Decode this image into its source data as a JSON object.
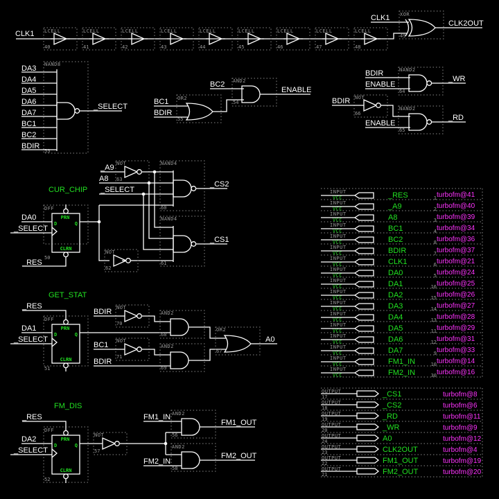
{
  "title": "turbofm schematic",
  "colors": {
    "background": "#000000",
    "wire": "#ffffff",
    "label_green": "#22e022",
    "assignment_magenta": "#ff33ff",
    "symbol_gray": "#9a9a9a"
  },
  "clock_chain": {
    "input": "CLK1",
    "cells": [
      {
        "type": "LCELL",
        "id": "40"
      },
      {
        "type": "LCELL",
        "id": "41"
      },
      {
        "type": "LCELL",
        "id": "42"
      },
      {
        "type": "LCELL",
        "id": "43"
      },
      {
        "type": "LCELL",
        "id": "44"
      },
      {
        "type": "LCELL",
        "id": "45"
      },
      {
        "type": "LCELL",
        "id": "46"
      },
      {
        "type": "LCELL",
        "id": "47"
      },
      {
        "type": "LCELL",
        "id": "48"
      }
    ],
    "xor": {
      "type": "XOR",
      "id": "49",
      "in": "CLK1",
      "out": "CLK2OUT"
    }
  },
  "select_gate": {
    "type": "NAND8",
    "id": "53",
    "inputs": [
      "DA3",
      "DA4",
      "DA5",
      "DA6",
      "DA7",
      "BC1",
      "BC2",
      "BDIR"
    ],
    "output": "_SELECT"
  },
  "enable_logic": {
    "or_gate": {
      "type": "OR2",
      "id": "55",
      "inputs": [
        "BC1",
        "BDIR"
      ]
    },
    "and_gate": {
      "type": "AND2",
      "id": "54",
      "input": "BC2",
      "output": "ENABLE"
    }
  },
  "wr_rd_logic": {
    "wr_gate": {
      "type": "NAND2",
      "id": "64",
      "inputs": [
        "BDIR",
        "ENABLE"
      ],
      "output": "_WR"
    },
    "not_gate": {
      "type": "NOT",
      "id": "66",
      "input": "BDIR"
    },
    "rd_gate": {
      "type": "NAND2",
      "id": "65",
      "input": "ENABLE",
      "output": "_RD"
    }
  },
  "cur_chip": {
    "title": "CUR_CHIP",
    "dff": {
      "type": "DFF",
      "id": "50",
      "d": "DA0",
      "clk": "_SELECT",
      "clr": "_RES",
      "pins": {
        "prn": "PRN",
        "clrn": "CLRN",
        "d": "D",
        "q": "Q"
      }
    },
    "not_a9": {
      "type": "NOT",
      "id": "63",
      "input": "_A9"
    },
    "a8": "A8",
    "select": "_SELECT",
    "nand_cs2": {
      "type": "NAND4",
      "id": "60",
      "output": "_CS2"
    },
    "nand_cs1": {
      "type": "NAND4",
      "id": "61",
      "output": "_CS1"
    },
    "not_q": {
      "type": "NOT",
      "id": "62"
    }
  },
  "get_stat": {
    "title": "GET_STAT",
    "dff": {
      "type": "DFF",
      "id": "51",
      "d": "DA1",
      "clk": "_SELECT",
      "prn": "_RES",
      "pins": {
        "prn": "PRN",
        "clrn": "CLRN",
        "d": "D",
        "q": "Q"
      }
    },
    "not1": {
      "type": "NOT",
      "id": "70",
      "input": "BDIR"
    },
    "not2": {
      "type": "NOT",
      "id": "71",
      "input": "BC1"
    },
    "and1": {
      "type": "AND2",
      "id": "68"
    },
    "and2": {
      "type": "AND2",
      "id": "69",
      "input": "BDIR"
    },
    "or": {
      "type": "OR2",
      "id": "67",
      "output": "A0"
    }
  },
  "fm_dis": {
    "title": "FM_DIS",
    "dff": {
      "type": "DFF",
      "id": "52",
      "d": "DA2",
      "clk": "_SELECT",
      "prn": "_RES",
      "pins": {
        "prn": "PRN",
        "clrn": "CLRN",
        "d": "D",
        "q": "Q"
      }
    },
    "not": {
      "type": "NOT",
      "id": "57"
    },
    "and1": {
      "type": "AND2",
      "id": "56",
      "input": "FM1_IN",
      "output": "FM1_OUT"
    },
    "and2": {
      "type": "AND2",
      "id": "58",
      "input": "FM2_IN",
      "output": "FM2_OUT"
    }
  },
  "inputs": {
    "type_label": "INPUT",
    "sub_label": "VCC",
    "rows": [
      {
        "name": "_RES",
        "pin": "1",
        "assign": "turbofm@41"
      },
      {
        "name": "_A9",
        "pin": "2",
        "assign": "turbofm@40"
      },
      {
        "name": "A8",
        "pin": "3",
        "assign": "turbofm@39"
      },
      {
        "name": "BC1",
        "pin": "4",
        "assign": "turbofm@34"
      },
      {
        "name": "BC2",
        "pin": "8",
        "assign": "turbofm@36"
      },
      {
        "name": "BDIR",
        "pin": "7",
        "assign": "turbofm@37"
      },
      {
        "name": "CLK1",
        "pin": "6",
        "assign": "turbofm@21"
      },
      {
        "name": "DA0",
        "pin": "5",
        "assign": "turbofm@24"
      },
      {
        "name": "DA1",
        "pin": "16",
        "assign": "turbofm@25"
      },
      {
        "name": "DA2",
        "pin": "15",
        "assign": "turbofm@26"
      },
      {
        "name": "DA3",
        "pin": "14",
        "assign": "turbofm@27"
      },
      {
        "name": "DA4",
        "pin": "13",
        "assign": "turbofm@28"
      },
      {
        "name": "DA5",
        "pin": "11",
        "assign": "turbofm@29"
      },
      {
        "name": "DA6",
        "pin": "12",
        "assign": "turbofm@31"
      },
      {
        "name": "DA7",
        "pin": "9",
        "assign": "turbofm@33"
      },
      {
        "name": "FM1_IN",
        "pin": "10",
        "assign": "turbofm@14"
      },
      {
        "name": "FM2_IN",
        "pin": "30",
        "assign": "turbofm@16"
      }
    ]
  },
  "outputs": {
    "type_label": "OUTPUT",
    "rows": [
      {
        "name": "_CS1",
        "pin": "17",
        "assign": "turbofm@8"
      },
      {
        "name": "_CS2",
        "pin": "18",
        "assign": "turbofm@6"
      },
      {
        "name": "_RD",
        "pin": "19",
        "assign": "turbofm@11"
      },
      {
        "name": "_WR",
        "pin": "20",
        "assign": "turbofm@9"
      },
      {
        "name": "A0",
        "pin": "24",
        "assign": "turbofm@12"
      },
      {
        "name": "CLK2OUT",
        "pin": "23",
        "assign": "turbofm@4"
      },
      {
        "name": "FM1_OUT",
        "pin": "22",
        "assign": "turbofm@19"
      },
      {
        "name": "FM2_OUT",
        "pin": "21",
        "assign": "turbofm@20"
      }
    ]
  }
}
